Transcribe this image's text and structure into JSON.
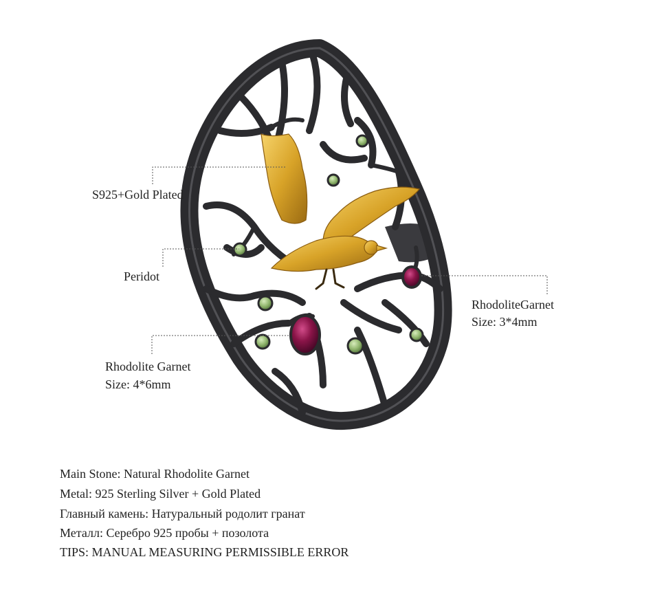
{
  "callouts": {
    "metal": "S925+Gold Plated",
    "peridot": "Peridot",
    "side_stone_name": "RhodoliteGarnet",
    "side_stone_size": "Size: 3*4mm",
    "main_stone_name": "Rhodolite Garnet",
    "main_stone_size": "Size: 4*6mm"
  },
  "specs": [
    "Main Stone: Natural Rhodolite Garnet",
    "Metal: 925 Sterling Silver + Gold Plated",
    "Главный камень: Натуральный родолит гранат",
    "Металл: Серебро 925 пробы + позолота",
    "TIPS: MANUAL MEASURING PERMISSIBLE ERROR"
  ],
  "colors": {
    "background": "#ffffff",
    "metal_dark": "#2b2b2e",
    "gold": "#d8a328",
    "garnet": "#7a1040",
    "peridot": "#8fb46c",
    "leader": "#555555"
  }
}
